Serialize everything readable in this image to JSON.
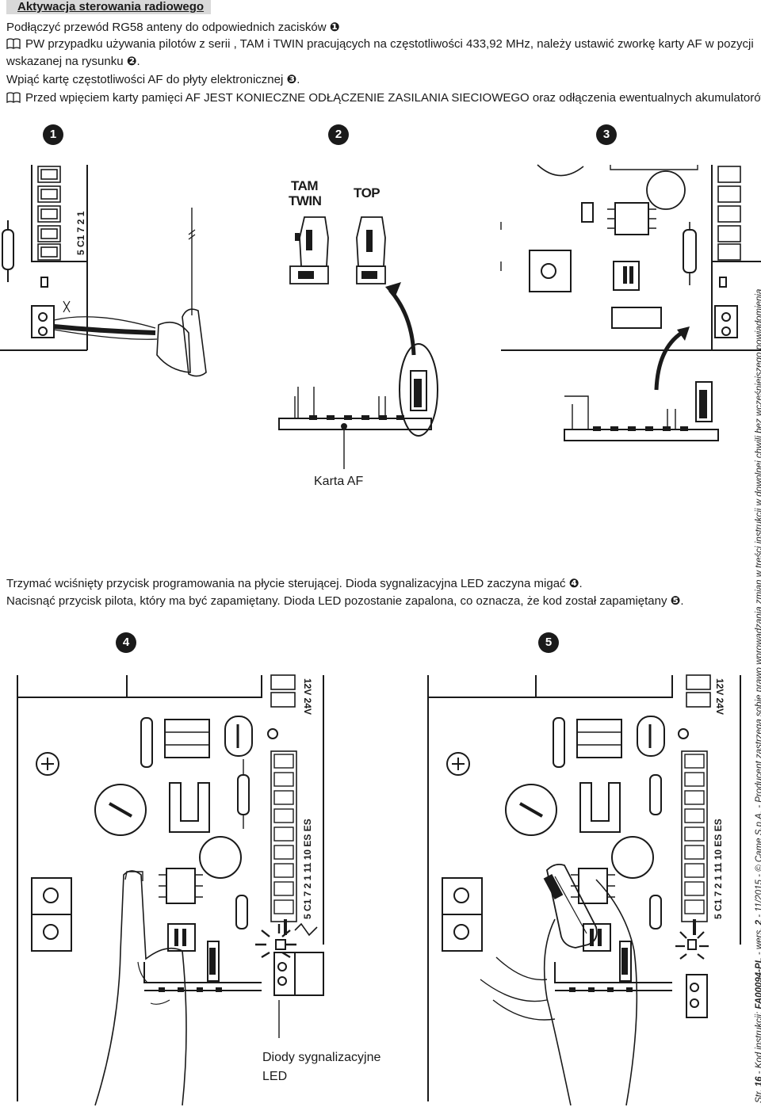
{
  "heading": "Aktywacja sterowania radiowego",
  "paragraphs": {
    "p1": "Podłączyć przewód RG58 anteny do odpowiednich zacisków",
    "p1_ref": "❶",
    "p2a": "PW przypadku używania pilotów z serii , TAM i TWIN pracujących na częstotliwości 433,92 MHz, należy ustawić zworkę karty AF w pozycji",
    "p2b": "wskazanej na rysunku",
    "p2_ref": "❷",
    "p3": "Wpiąć kartę częstotliwości AF do płyty elektronicznej",
    "p3_ref": "❸",
    "p4": "Przed wpięciem karty pamięci AF JEST KONIECZNE ODŁĄCZENIE ZASILANIA SIECIOWEGO oraz odłączenia ewentualnych akumulatorów.",
    "p5": "Trzymać wciśnięty przycisk programowania na płycie sterującej. Dioda sygnalizacyjna LED zaczyna migać",
    "p5_ref": "❹",
    "p6": "Nacisnąć przycisk pilota, który ma być zapamiętany. Dioda LED pozostanie zapalona, co oznacza, że kod został zapamiętany",
    "p6_ref": "❺"
  },
  "figures": {
    "n1": "1",
    "n2": "2",
    "n3": "3",
    "n4": "4",
    "n5": "5"
  },
  "labels": {
    "tam": "TAM",
    "twin": "TWIN",
    "top": "TOP",
    "karta_af": "Karta AF",
    "diody_1": "Diody sygnalizacyjne",
    "diody_2": "LED",
    "volt": "12V 24V",
    "terminals_top": "5 C1 7 2 1",
    "terminals_full": "5 C1 7 2 1 11 10 ES ES"
  },
  "side": {
    "prefix": "Str.",
    "page": "16",
    "kod_label": "- Kod instrukcji:",
    "kod": "FA00094-PL",
    "wers_label": "- wers.",
    "wers": "2",
    "rest": "- 11/2015 - © Came S.p.A. - Producent zastrzega sobie prawo wprowadzania zmian w treści instrukcji w dowolnej chwili bez wcześniejszego powiadomienia"
  }
}
